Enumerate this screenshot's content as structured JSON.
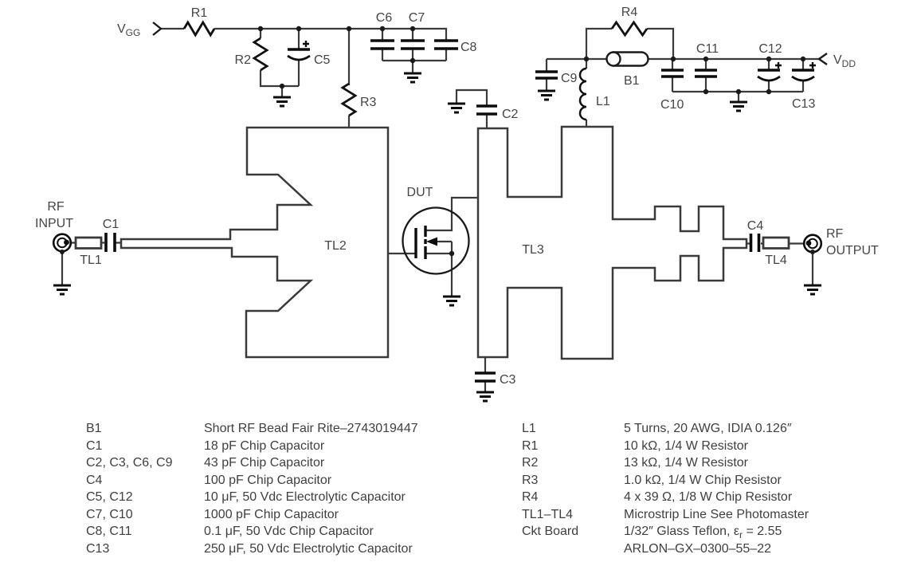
{
  "colors": {
    "background": "#ffffff",
    "wire": "#3a3a3a",
    "component": "#1a1a1a",
    "text": "#454545"
  },
  "schematic": {
    "terminals": {
      "vgg_main": "V",
      "vgg_sub": "GG",
      "vdd_main": "V",
      "vdd_sub": "DD",
      "rf_in_line1": "RF",
      "rf_in_line2": "INPUT",
      "rf_out_line1": "RF",
      "rf_out_line2": "OUTPUT"
    },
    "labels": {
      "r1": "R1",
      "r2": "R2",
      "r3": "R3",
      "r4": "R4",
      "c1": "C1",
      "c2": "C2",
      "c3": "C3",
      "c4": "C4",
      "c5": "C5",
      "c6": "C6",
      "c7": "C7",
      "c8": "C8",
      "c9": "C9",
      "c10": "C10",
      "c11": "C11",
      "c12": "C12",
      "c13": "C13",
      "l1": "L1",
      "b1": "B1",
      "dut": "DUT",
      "tl1": "TL1",
      "tl2": "TL2",
      "tl3": "TL3",
      "tl4": "TL4"
    }
  },
  "parts_list": {
    "left": [
      {
        "ref": "B1",
        "desc": "Short RF Bead Fair Rite–2743019447"
      },
      {
        "ref": "C1",
        "desc": "18 pF Chip Capacitor"
      },
      {
        "ref": "C2, C3, C6, C9",
        "desc": "43 pF Chip Capacitor"
      },
      {
        "ref": "C4",
        "desc": "100 pF Chip Capacitor"
      },
      {
        "ref": "C5, C12",
        "desc": "10 μF, 50 Vdc Electrolytic Capacitor"
      },
      {
        "ref": "C7, C10",
        "desc": "1000 pF Chip Capacitor"
      },
      {
        "ref": "C8, C11",
        "desc": "0.1 μF, 50 Vdc Chip Capacitor"
      },
      {
        "ref": "C13",
        "desc": "250 μF, 50 Vdc Electrolytic Capacitor"
      }
    ],
    "right": [
      {
        "ref": "L1",
        "desc": "5 Turns, 20 AWG, IDIA 0.126″"
      },
      {
        "ref": "R1",
        "desc": "10 kΩ, 1/4 W Resistor"
      },
      {
        "ref": "R2",
        "desc": "13 kΩ, 1/4 W Resistor"
      },
      {
        "ref": "R3",
        "desc": "1.0 kΩ, 1/4 W Chip Resistor"
      },
      {
        "ref": "R4",
        "desc": "4 x 39 Ω, 1/8 W Chip Resistor"
      },
      {
        "ref": "TL1–TL4",
        "desc": "Microstrip Line See Photomaster"
      },
      {
        "ref": "Ckt Board",
        "desc_pre": "1/32″ Glass Teflon, ε",
        "desc_sub": "r",
        "desc_post": " = 2.55"
      },
      {
        "ref": "",
        "desc": "ARLON–GX–0300–55–22"
      }
    ]
  }
}
